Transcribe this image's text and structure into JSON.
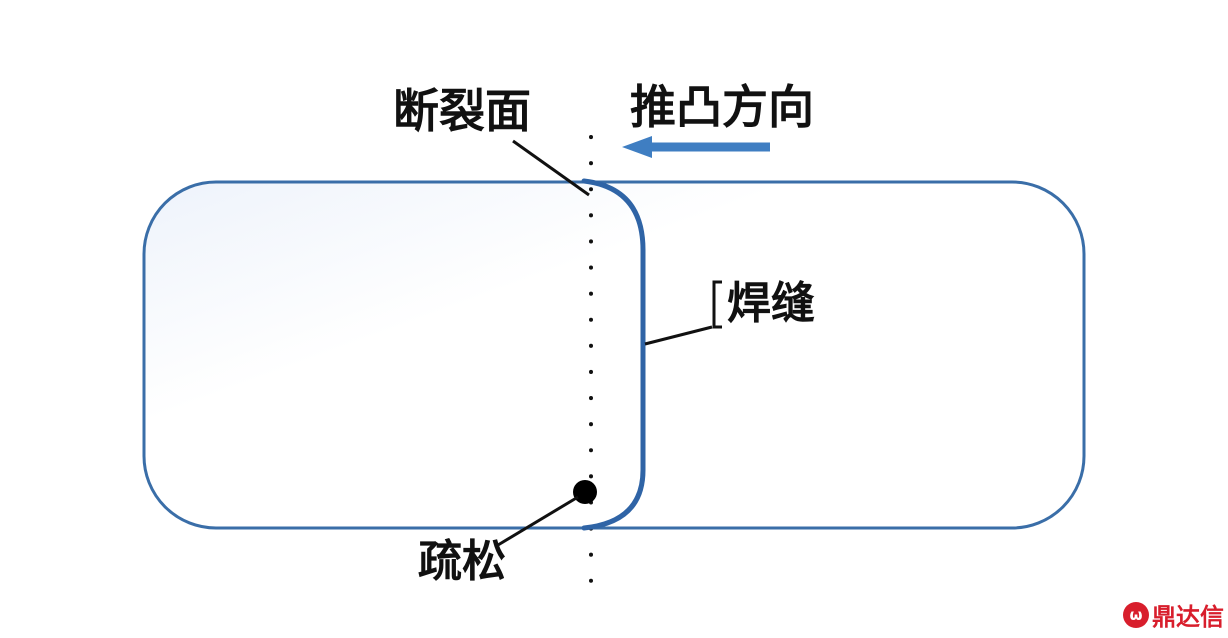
{
  "labels": {
    "fracture_surface": "断裂面",
    "push_direction": "推凸方向",
    "weld_seam": "焊缝",
    "looseness": "疏松"
  },
  "watermark": {
    "icon": "dingdaxin-logo-icon",
    "text": "鼎达信"
  },
  "colors": {
    "outline": "#3a6ea8",
    "weld": "#2f64a6",
    "arrow": "#3f7ec2",
    "text": "#111111",
    "watermark": "#d81e2c"
  }
}
